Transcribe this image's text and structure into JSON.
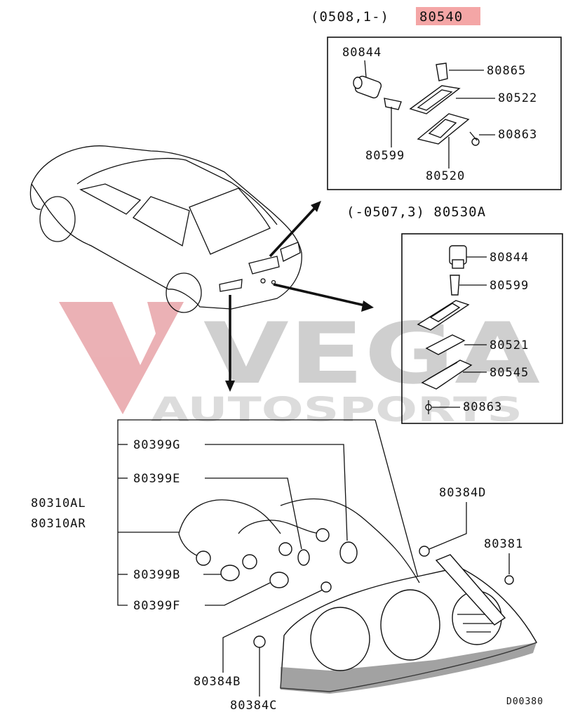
{
  "watermark": {
    "brand": "VEGA",
    "tagline": "AUTOSPORTS",
    "brand_color": "#c0202d"
  },
  "box_top": {
    "header_prefix": "(0508,1-)",
    "header_part": "80540",
    "header_highlight": "#f4a6a6",
    "parts": [
      "80844",
      "80865",
      "80522",
      "80863",
      "80599",
      "80520"
    ]
  },
  "box_mid": {
    "header": "(-0507,3) 80530A",
    "parts": [
      "80844",
      "80599",
      "80521",
      "80545",
      "80863"
    ]
  },
  "lamp": {
    "assembly_left": "80310AL",
    "assembly_right": "80310AR",
    "parts": [
      "80399G",
      "80399E",
      "80399B",
      "80399F",
      "80384D",
      "80381",
      "80384B",
      "80384C"
    ]
  },
  "diagram_code": "D00380"
}
